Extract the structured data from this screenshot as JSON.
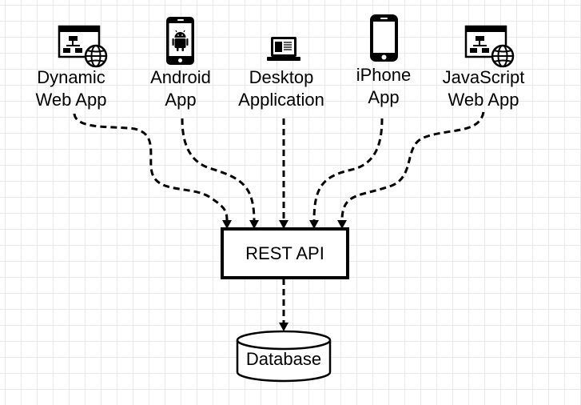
{
  "clients": [
    {
      "line1": "Dynamic",
      "line2": "Web App",
      "icon": "web-app-globe-icon"
    },
    {
      "line1": "Android",
      "line2": "App",
      "icon": "android-phone-icon"
    },
    {
      "line1": "Desktop",
      "line2": "Application",
      "icon": "laptop-icon"
    },
    {
      "line1": "iPhone",
      "line2": "App",
      "icon": "iphone-icon"
    },
    {
      "line1": "JavaScript",
      "line2": "Web App",
      "icon": "web-app-globe-icon"
    }
  ],
  "api": {
    "label": "REST API"
  },
  "database": {
    "label": "Database"
  },
  "colors": {
    "stroke": "#000000",
    "grid": "#e9e9e9",
    "background": "#ffffff"
  }
}
